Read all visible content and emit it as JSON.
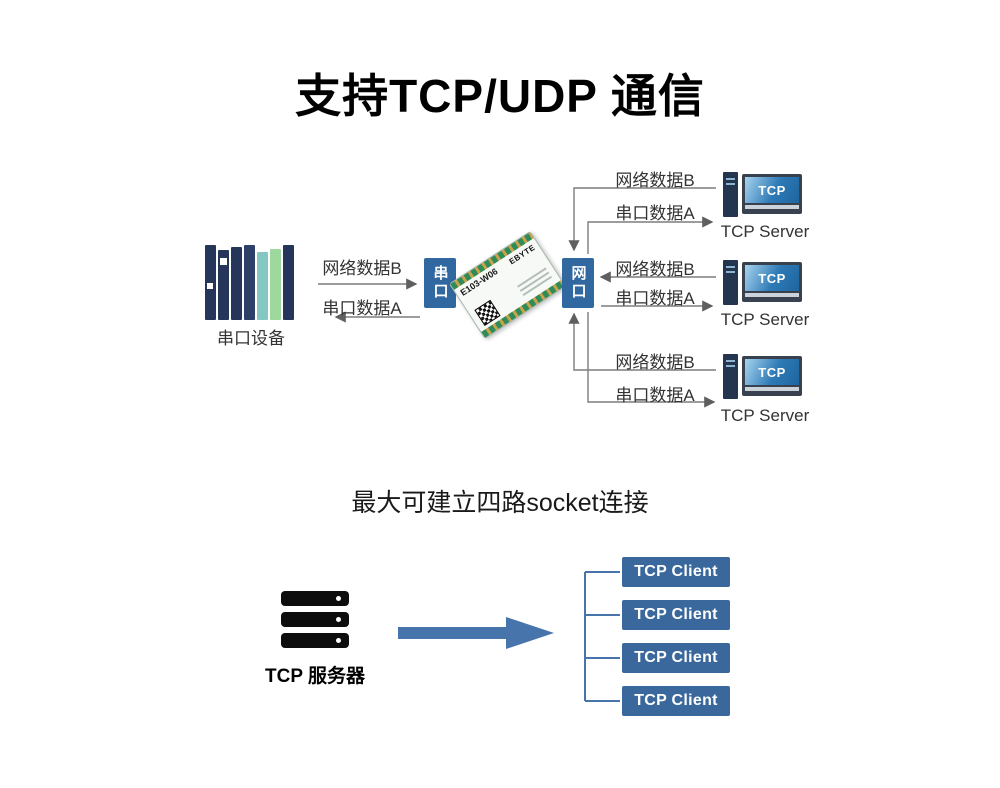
{
  "title": "支持TCP/UDP 通信",
  "subtitle": "最大可建立四路socket连接",
  "flow": {
    "device_label": "串口设备",
    "uplink_label": "网络数据B",
    "downlink_label": "串口数据A",
    "serial_port": "串口",
    "net_port": "网口",
    "module_name": "E103-W06",
    "module_brand": "EBYTE"
  },
  "servers": [
    {
      "net_data": "网络数据B",
      "serial_data": "串口数据A",
      "screen_text": "TCP",
      "label": "TCP Server"
    },
    {
      "net_data": "网络数据B",
      "serial_data": "串口数据A",
      "screen_text": "TCP",
      "label": "TCP Server"
    },
    {
      "net_data": "网络数据B",
      "serial_data": "串口数据A",
      "screen_text": "TCP",
      "label": "TCP Server"
    }
  ],
  "socket_diagram": {
    "server_label": "TCP 服务器",
    "clients": [
      {
        "label": "TCP Client"
      },
      {
        "label": "TCP Client"
      },
      {
        "label": "TCP Client"
      },
      {
        "label": "TCP Client"
      }
    ]
  },
  "colors": {
    "port_box_blue": "#31689f",
    "client_box_blue": "#3a679c",
    "accent_blue": "#4674ab",
    "wire_gray": "#7d7d7d",
    "screen_blue": "#2e7ab6",
    "pcb_green": "#2f8b58"
  }
}
